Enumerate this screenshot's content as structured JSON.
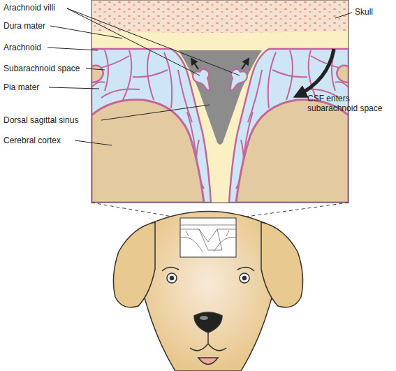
{
  "diagram": {
    "labels": [
      "Arachnoid villi",
      "Skull",
      "Dura mater",
      "Arachnoid",
      "Subarachnoid space",
      "CSF enters subarachnoid space",
      "Pia mater",
      "Dorsal sagittal sinus",
      "Cerebral cortex"
    ]
  }
}
